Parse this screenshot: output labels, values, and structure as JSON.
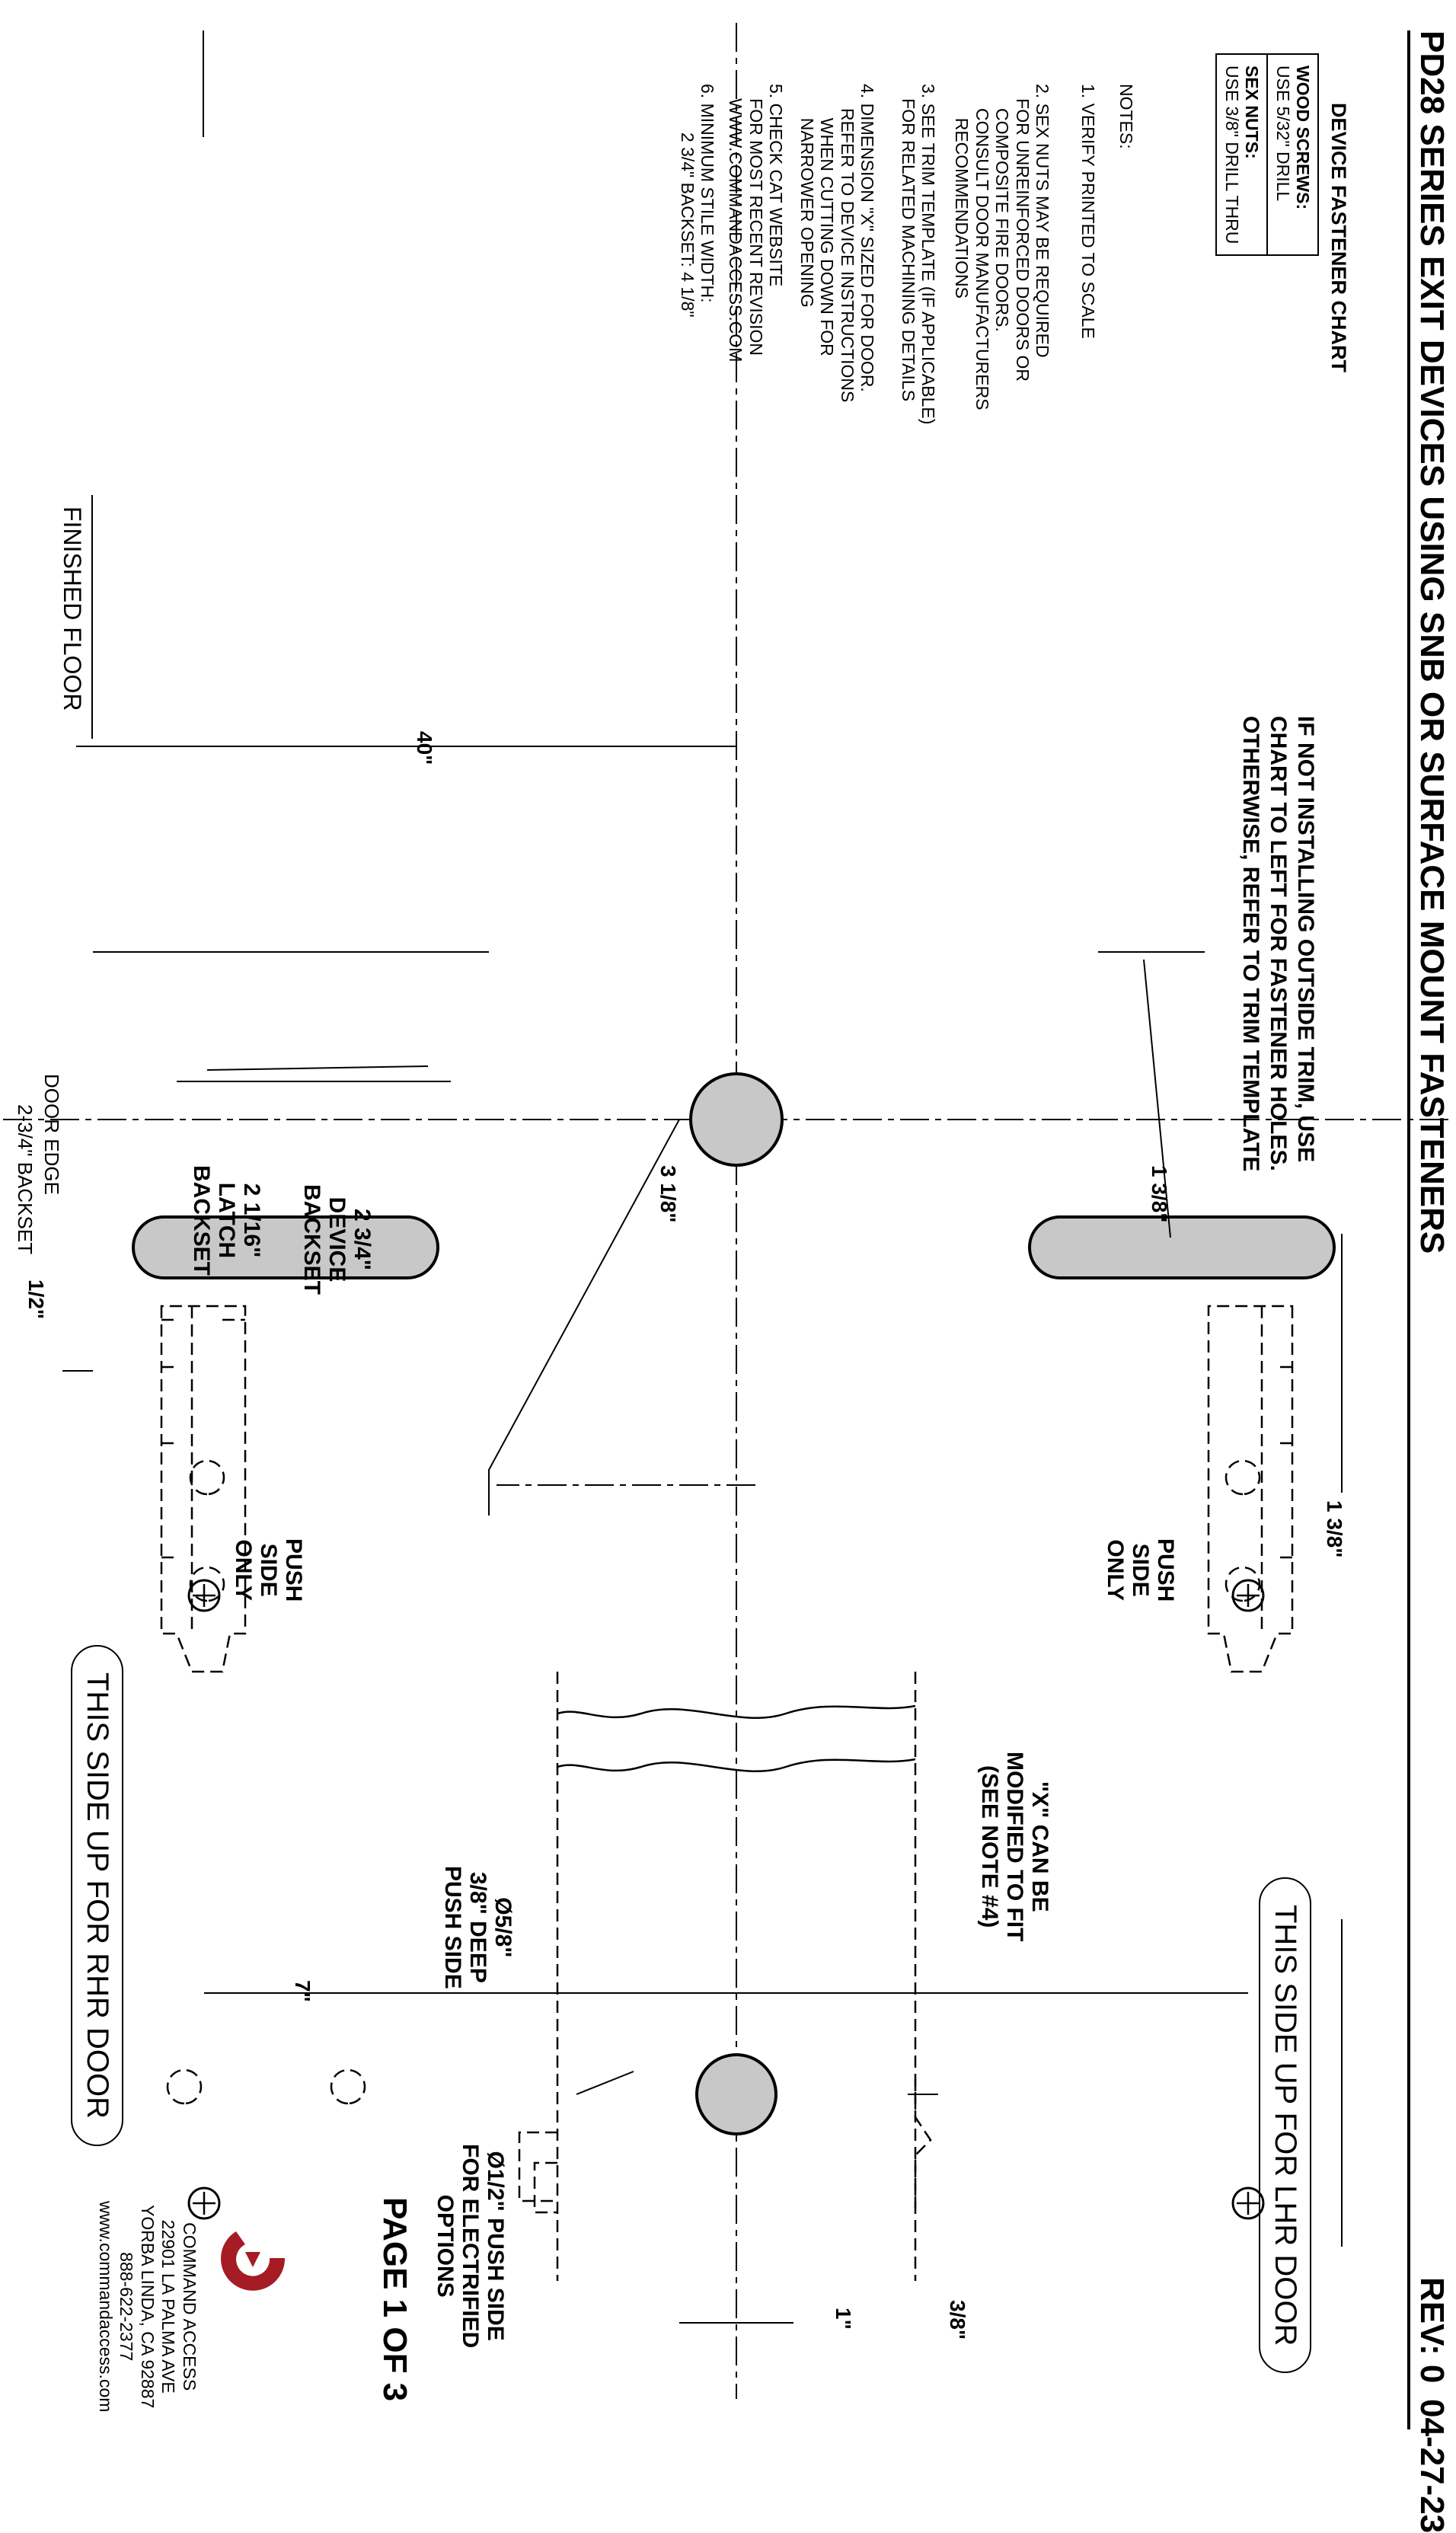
{
  "title": "PD28 SERIES EXIT DEVICES USING SNB OR SURFACE MOUNT FASTENERS",
  "revision": "REV: 0",
  "date": "04-27-23",
  "page": "PAGE 1 OF 3",
  "fastener_chart": {
    "heading": "DEVICE FASTENER CHART",
    "rows": [
      {
        "label": "WOOD SCREWS:",
        "value": "USE 5/32\" DRILL"
      },
      {
        "label": "SEX NUTS:",
        "value": "USE 3/8\" DRILL THRU"
      }
    ]
  },
  "notes": {
    "heading": "NOTES:",
    "items": [
      [
        "1. VERIFY PRINTED TO SCALE"
      ],
      [
        "2. SEX NUTS MAY BE REQUIRED",
        "FOR UNREINFORCED DOORS OR",
        "COMPOSITE FIRE DOORS.",
        "CONSULT DOOR MANUFACTURERS",
        "RECOMMENDATIONS"
      ],
      [
        "3. SEE TRIM TEMPLATE (IF APPLICABLE)",
        "FOR RELATED MACHINING DETAILS"
      ],
      [
        "4. DIMENSION \"X\" SIZED FOR DOOR.",
        "REFER TO DEVICE INSTRUCTIONS",
        "WHEN CUTTING DOWN FOR",
        "NARROWER OPENING"
      ],
      [
        "5. CHECK CAT WEBSITE",
        "FOR MOST RECENT REVISION",
        "WWW.COMMANDACCESS.COM"
      ],
      [
        "6. MINIMUM STILE WIDTH:",
        "2 3/4\" BACKSET: 4 1/8\""
      ]
    ]
  },
  "labels": {
    "trim_note": [
      "IF NOT INSTALLING OUTSIDE TRIM, USE",
      "CHART TO LEFT FOR FASTENER HOLES.",
      "OTHERWISE, REFER TO TRIM TEMPLATE"
    ],
    "finished_floor": "FINISHED FLOOR",
    "door_edge": "DOOR EDGE",
    "backset": "2-3/4\" BACKSET",
    "push_side_only": [
      "PUSH",
      "SIDE",
      "ONLY"
    ],
    "latch_backset": [
      "2 1/16\"",
      "LATCH",
      "BACKSET"
    ],
    "device_backset": [
      "2 3/4\"",
      "DEVICE",
      "BACKSET"
    ],
    "x_modified": [
      "\"X\" CAN BE",
      "MODIFIED TO FIT",
      "(SEE NOTE #4)"
    ],
    "hole_5_8": [
      "Ø5/8\"",
      "3/8\" DEEP",
      "PUSH SIDE"
    ],
    "hole_1_2": [
      "Ø1/2\" PUSH SIDE",
      "FOR ELECTRIFIED",
      "OPTIONS"
    ],
    "lhr": "THIS SIDE UP FOR  LHR DOOR",
    "rhr": "THIS SIDE UP FOR  RHR DOOR"
  },
  "dimensions": {
    "d40": "40\"",
    "d3_1_8": "3 1/8\"",
    "d1_3_8_top": "1 3/8\"",
    "d1_3_8_right": "1 3/8\"",
    "d1_2": "1/2\"",
    "d7": "7\"",
    "d3_8": "3/8\"",
    "d1": "1\""
  },
  "company": {
    "name": "COMMAND ACCESS",
    "address1": "22901 LA PALMA AVE",
    "address2": "YORBA LINDA, CA 92887",
    "phone": "888-622-2377",
    "web": "www.commandaccess.com",
    "logo_color": "#a61c24"
  }
}
